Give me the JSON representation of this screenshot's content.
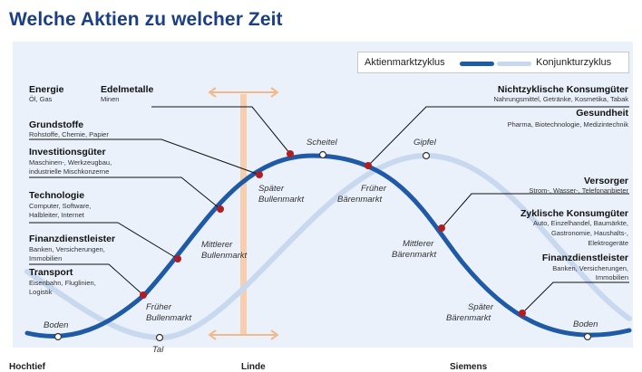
{
  "title": "Welche Aktien zu welcher Zeit",
  "legend": {
    "stock_cycle": "Aktienmarktzyklus",
    "economy_cycle": "Konjunkturzyklus"
  },
  "colors": {
    "stock_cycle": "#1f5aa6",
    "economy_cycle": "#c8d8ee",
    "marker": "#b01e23",
    "axis": "#f3b98a",
    "title": "#1b3f82"
  },
  "curve_points": {
    "boden_left": "Boden",
    "tal": "Tal",
    "scheitel": "Scheitel",
    "gipfel": "Gipfel",
    "boden_right": "Boden"
  },
  "phases": {
    "frueher_bullenmarkt": [
      "Früher",
      "Bullenmarkt"
    ],
    "mittlerer_bullenmarkt": [
      "Mittlerer",
      "Bullenmarkt"
    ],
    "spaeter_bullenmarkt": [
      "Später",
      "Bullenmarkt"
    ],
    "frueher_baerenmarkt": [
      "Früher",
      "Bärenmarkt"
    ],
    "mittlerer_baerenmarkt": [
      "Mittlerer",
      "Bärenmarkt"
    ],
    "spaeter_baerenmarkt": [
      "Später",
      "Bärenmarkt"
    ]
  },
  "sectors_left": [
    {
      "name": "Energie",
      "sub": [
        "Öl, Gas"
      ]
    },
    {
      "name": "Edelmetalle",
      "sub": [
        "Minen"
      ]
    },
    {
      "name": "Grundstoffe",
      "sub": [
        "Rohstoffe, Chemie, Papier"
      ]
    },
    {
      "name": "Investitionsgüter",
      "sub": [
        "Maschinen-, Werkzeugbau,",
        "industrielle Mischkonzerne"
      ]
    },
    {
      "name": "Technologie",
      "sub": [
        "Computer, Software,",
        "Halbleiter, Internet"
      ]
    },
    {
      "name": "Finanzdienstleister",
      "sub": [
        "Banken, Versicherungen,",
        "Immobilien"
      ]
    },
    {
      "name": "Transport",
      "sub": [
        "Eisenbahn, Fluglinien,",
        "Logistik"
      ]
    }
  ],
  "sectors_right": [
    {
      "name": "Nichtzyklische Konsumgüter",
      "sub": [
        "Nahrungsmittel, Getränke, Kosmetika, Tabak"
      ]
    },
    {
      "name": "Gesundheit",
      "sub": [
        "Pharma, Biotechnologie, Medizintechnik"
      ]
    },
    {
      "name": "Versorger",
      "sub": [
        "Strom-, Wasser-, Telefonanbieter"
      ]
    },
    {
      "name": "Zyklische Konsumgüter",
      "sub": [
        "Auto, Einzelhandel, Baumärkte,",
        "Gastronomie, Haushalts-,",
        "Elektrogeräte"
      ]
    },
    {
      "name": "Finanzdienstleister",
      "sub": [
        "Banken, Versicherungen,",
        "Immobilien"
      ]
    }
  ],
  "bottom_row": {
    "left": "Hochtief",
    "middle": "Linde",
    "right": "Siemens"
  }
}
